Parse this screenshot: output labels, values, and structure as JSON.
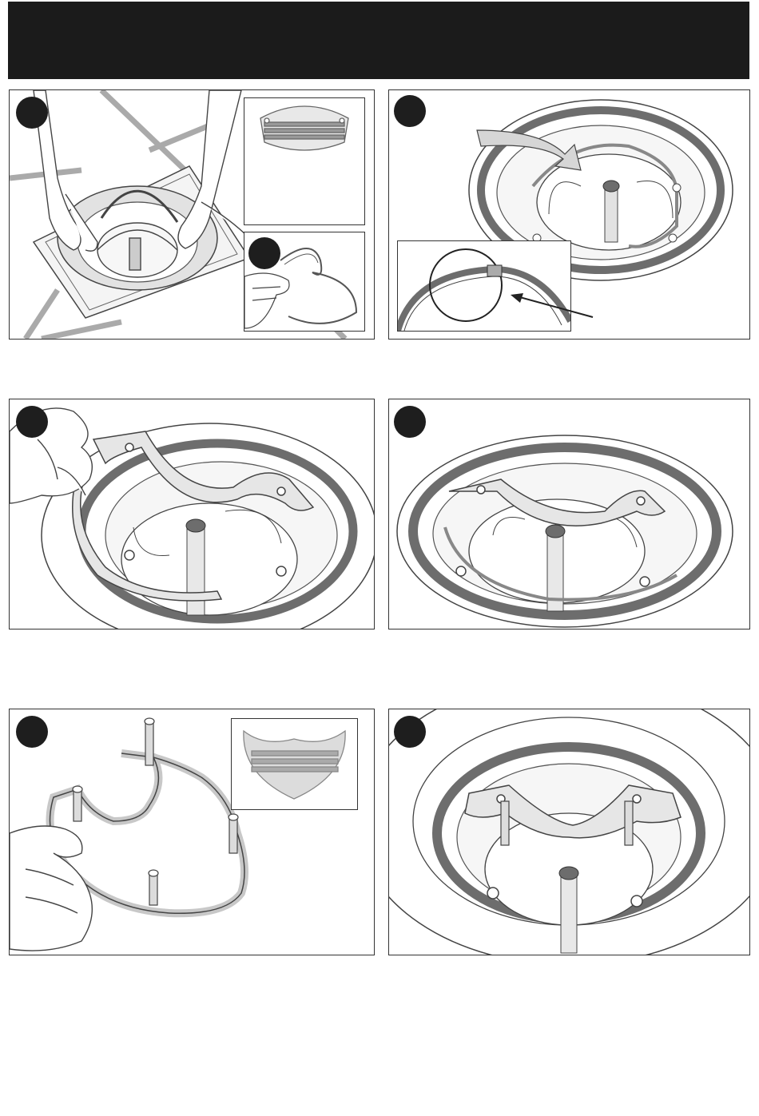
{
  "header": {
    "title": ""
  },
  "colors": {
    "header_bg": "#1b1b1b",
    "badge": "#1e1e1e",
    "gasket": "#6d6d6d",
    "line": "#333333"
  },
  "panels": [
    {
      "name": "step-1-panel",
      "badge": "",
      "icons": [
        "hands-icon",
        "drain-strainer-icon",
        "floor-tile-icon"
      ]
    },
    {
      "name": "step-2-panel",
      "badge": "",
      "icons": [
        "drain-ring-icon",
        "curved-arrow-icon",
        "detail-arrow-icon"
      ]
    },
    {
      "name": "step-3-panel",
      "badge": "",
      "icons": [
        "hand-icon",
        "retainer-ring-icon"
      ]
    },
    {
      "name": "step-4-panel",
      "badge": "",
      "icons": [
        "installed-retainer-icon"
      ]
    },
    {
      "name": "step-5-panel",
      "badge": "",
      "icons": [
        "hand-icon",
        "retainer-with-pins-icon"
      ]
    },
    {
      "name": "step-6-panel",
      "badge": "",
      "icons": [
        "final-assembly-icon"
      ]
    }
  ]
}
